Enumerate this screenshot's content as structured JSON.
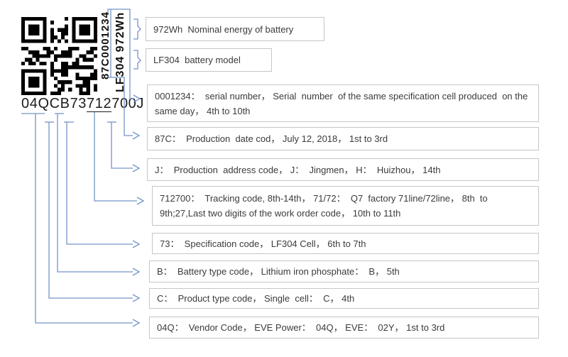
{
  "diagram_title": "battery cell barcode explanation",
  "qr": {
    "icon": "qr-code-icon"
  },
  "codes": {
    "vertical_inner": "87C0001234",
    "vertical_outer": "LF304 972Wh",
    "horizontal_full": "04QCB73712700J",
    "horizontal": {
      "pre": "04QCB73",
      "underlined": "712",
      "post": "700J"
    }
  },
  "annotations": [
    {
      "id": "energy",
      "text": "972Wh  Nominal energy of battery"
    },
    {
      "id": "model",
      "text": "LF304  battery model"
    },
    {
      "id": "serial",
      "text": "0001234：  serial number， Serial  number  of the same specification cell produced  on the same day， 4th to 10th"
    },
    {
      "id": "date-code",
      "text": "87C：  Production  date cod， July 12, 2018， 1st to 3rd"
    },
    {
      "id": "address-code",
      "text": "J：  Production  address code， J：  Jingmen， H：  Huizhou， 14th"
    },
    {
      "id": "tracking",
      "text": "712700：  Tracking code, 8th-14th， 71/72：  Q7  factory 71line/72line， 8th  to 9th;27,Last two digits of the work order code， 10th to 11th"
    },
    {
      "id": "spec-code",
      "text": "73：  Specification code， LF304 Cell， 6th to 7th"
    },
    {
      "id": "battery-type",
      "text": "B：  Battery type code， Lithium iron phosphate：  B， 5th"
    },
    {
      "id": "product-type",
      "text": "C：  Product type code， Single  cell：  C， 4th"
    },
    {
      "id": "vendor-code",
      "text": "04Q：  Vendor Code， EVE Power：  04Q， EVE：  02Y， 1st to 3rd"
    }
  ],
  "colors": {
    "connector_blue": "#7394c9",
    "box_border": "#c6c6c6",
    "body_text": "#3b3b3b",
    "code_text": "#1c1c1c"
  }
}
